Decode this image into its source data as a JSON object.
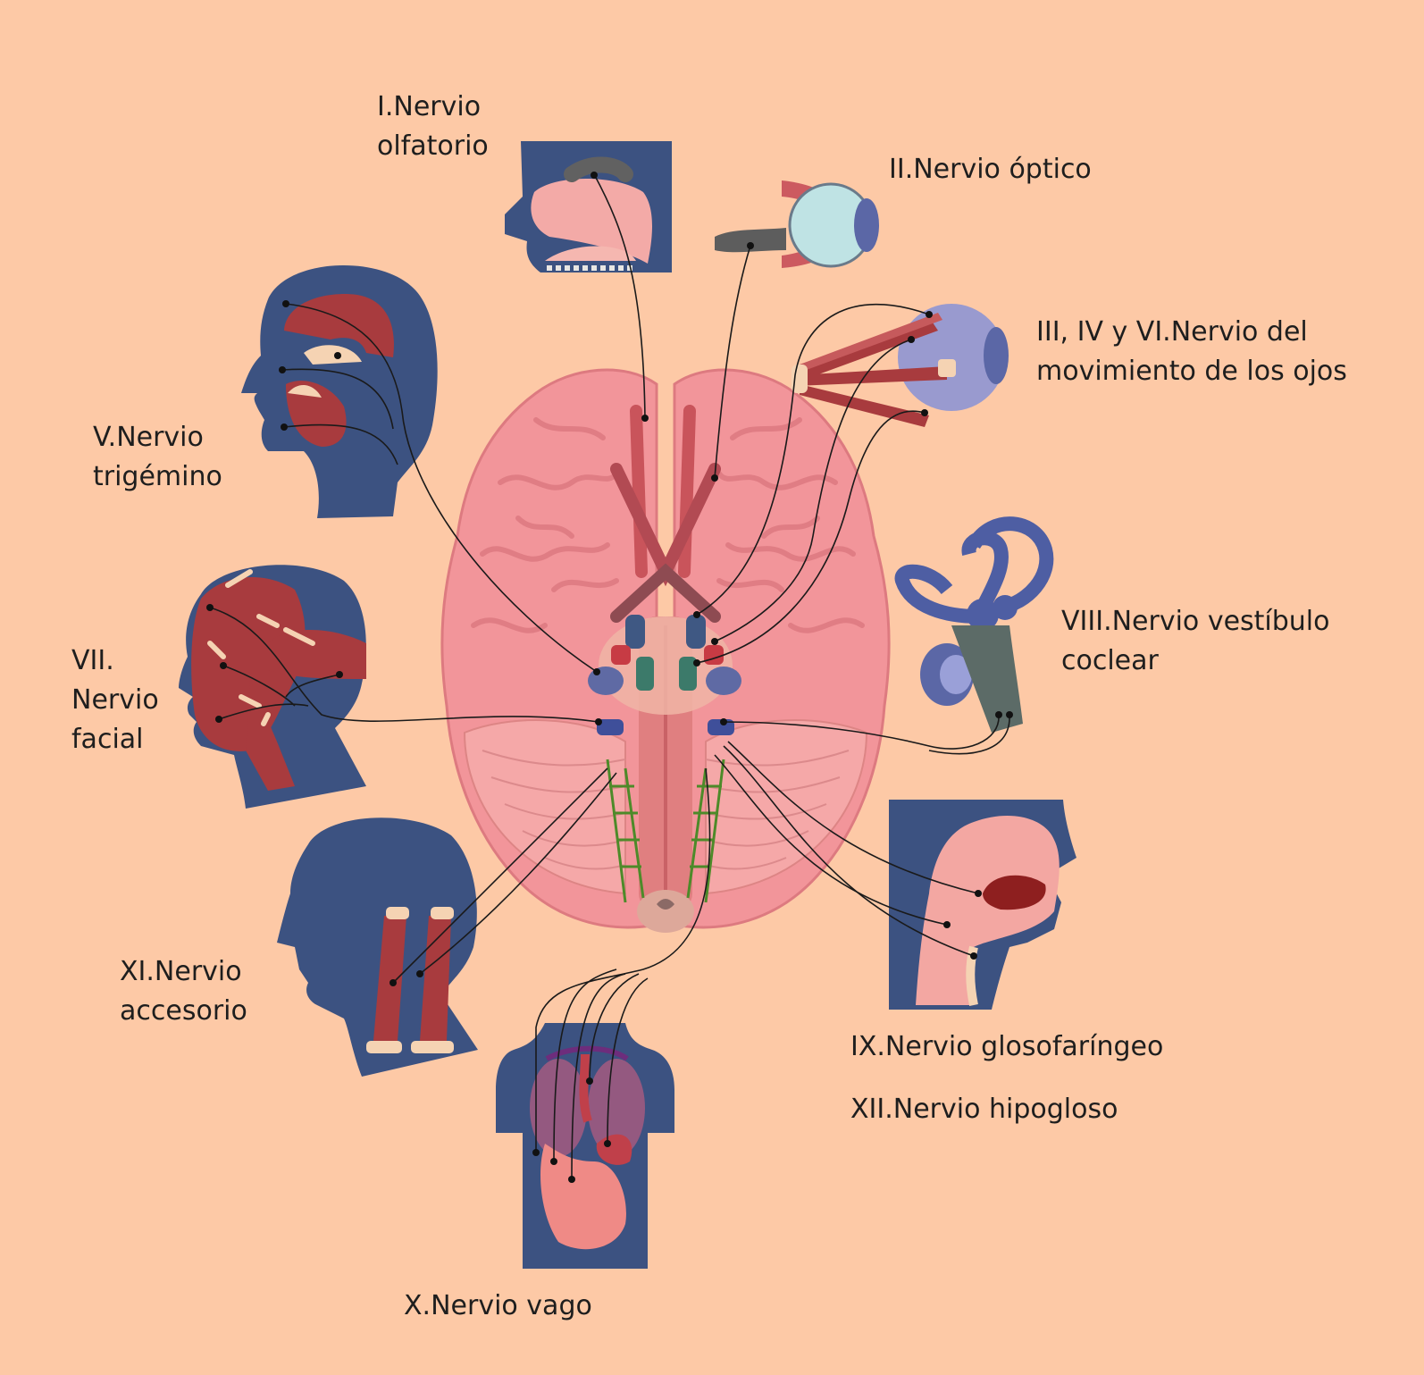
{
  "colors": {
    "background": "#fdc9a6",
    "silhouette": "#3c5281",
    "brain": "#f2959a",
    "muscle": "#a83b3e",
    "nerve_line": "#1a1a1a"
  },
  "labels": {
    "olfactory": {
      "line1": "I.Nervio",
      "line2": "olfatorio"
    },
    "optic": {
      "line1": "II.Nervio óptico"
    },
    "eye_movement": {
      "line1": "III, IV y VI.Nervio del",
      "line2": "movimiento de los ojos"
    },
    "trigeminal": {
      "line1": "V.Nervio",
      "line2": "trigémino"
    },
    "facial": {
      "line1": "VII.",
      "line2": "Nervio",
      "line3": "facial"
    },
    "vestibulocochlear": {
      "line1": "VIII.Nervio vestíbulo",
      "line2": "coclear"
    },
    "accessory": {
      "line1": "XI.Nervio",
      "line2": "accesorio"
    },
    "glossopharyngeal": {
      "line1": "IX.Nervio glosofaríngeo"
    },
    "hypoglossal": {
      "line1": "XII.Nervio hipogloso"
    },
    "vagus": {
      "line1": "X.Nervio vago"
    }
  },
  "icons": {
    "nose": "nasal-cavity-icon",
    "eye": "eyeball-icon",
    "eye_muscles": "eye-muscles-icon",
    "head_trigeminal": "head-jaw-muscles-icon",
    "head_facial": "head-facial-muscles-icon",
    "ear": "inner-ear-icon",
    "neck": "neck-muscles-icon",
    "mouth": "throat-tongue-icon",
    "torso": "torso-organs-icon",
    "brain": "brain-icon"
  }
}
